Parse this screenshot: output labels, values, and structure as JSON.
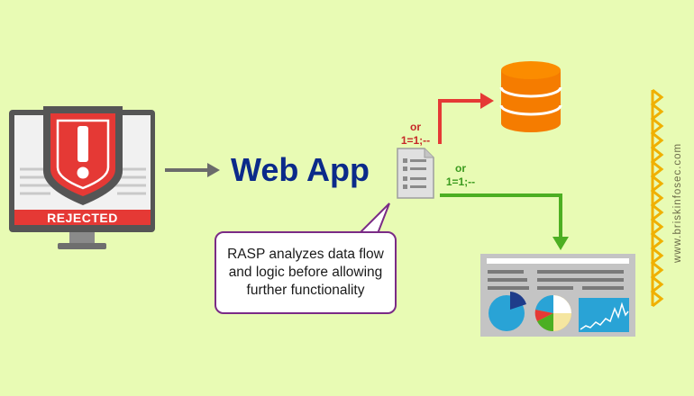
{
  "rejected_label": "REJECTED",
  "web_app_title": "Web App",
  "injection_red": {
    "line1": "or",
    "line2": "1=1;--"
  },
  "injection_green": {
    "line1": "or",
    "line2": "1=1;--"
  },
  "rasp_callout": "RASP analyzes data flow and logic before allowing further functionality",
  "brand_watermark": "www.briskinfosec.com",
  "colors": {
    "background": "#e8fbb4",
    "title": "#0b2a8a",
    "rejected": "#e53935",
    "red_path": "#e53935",
    "green_path": "#4caf22",
    "database": "#f57c00",
    "callout_border": "#7a2b86"
  },
  "icons": {
    "monitor": "monitor-warning-icon",
    "document": "document-icon",
    "database": "database-icon",
    "dashboard": "dashboard-icon"
  }
}
